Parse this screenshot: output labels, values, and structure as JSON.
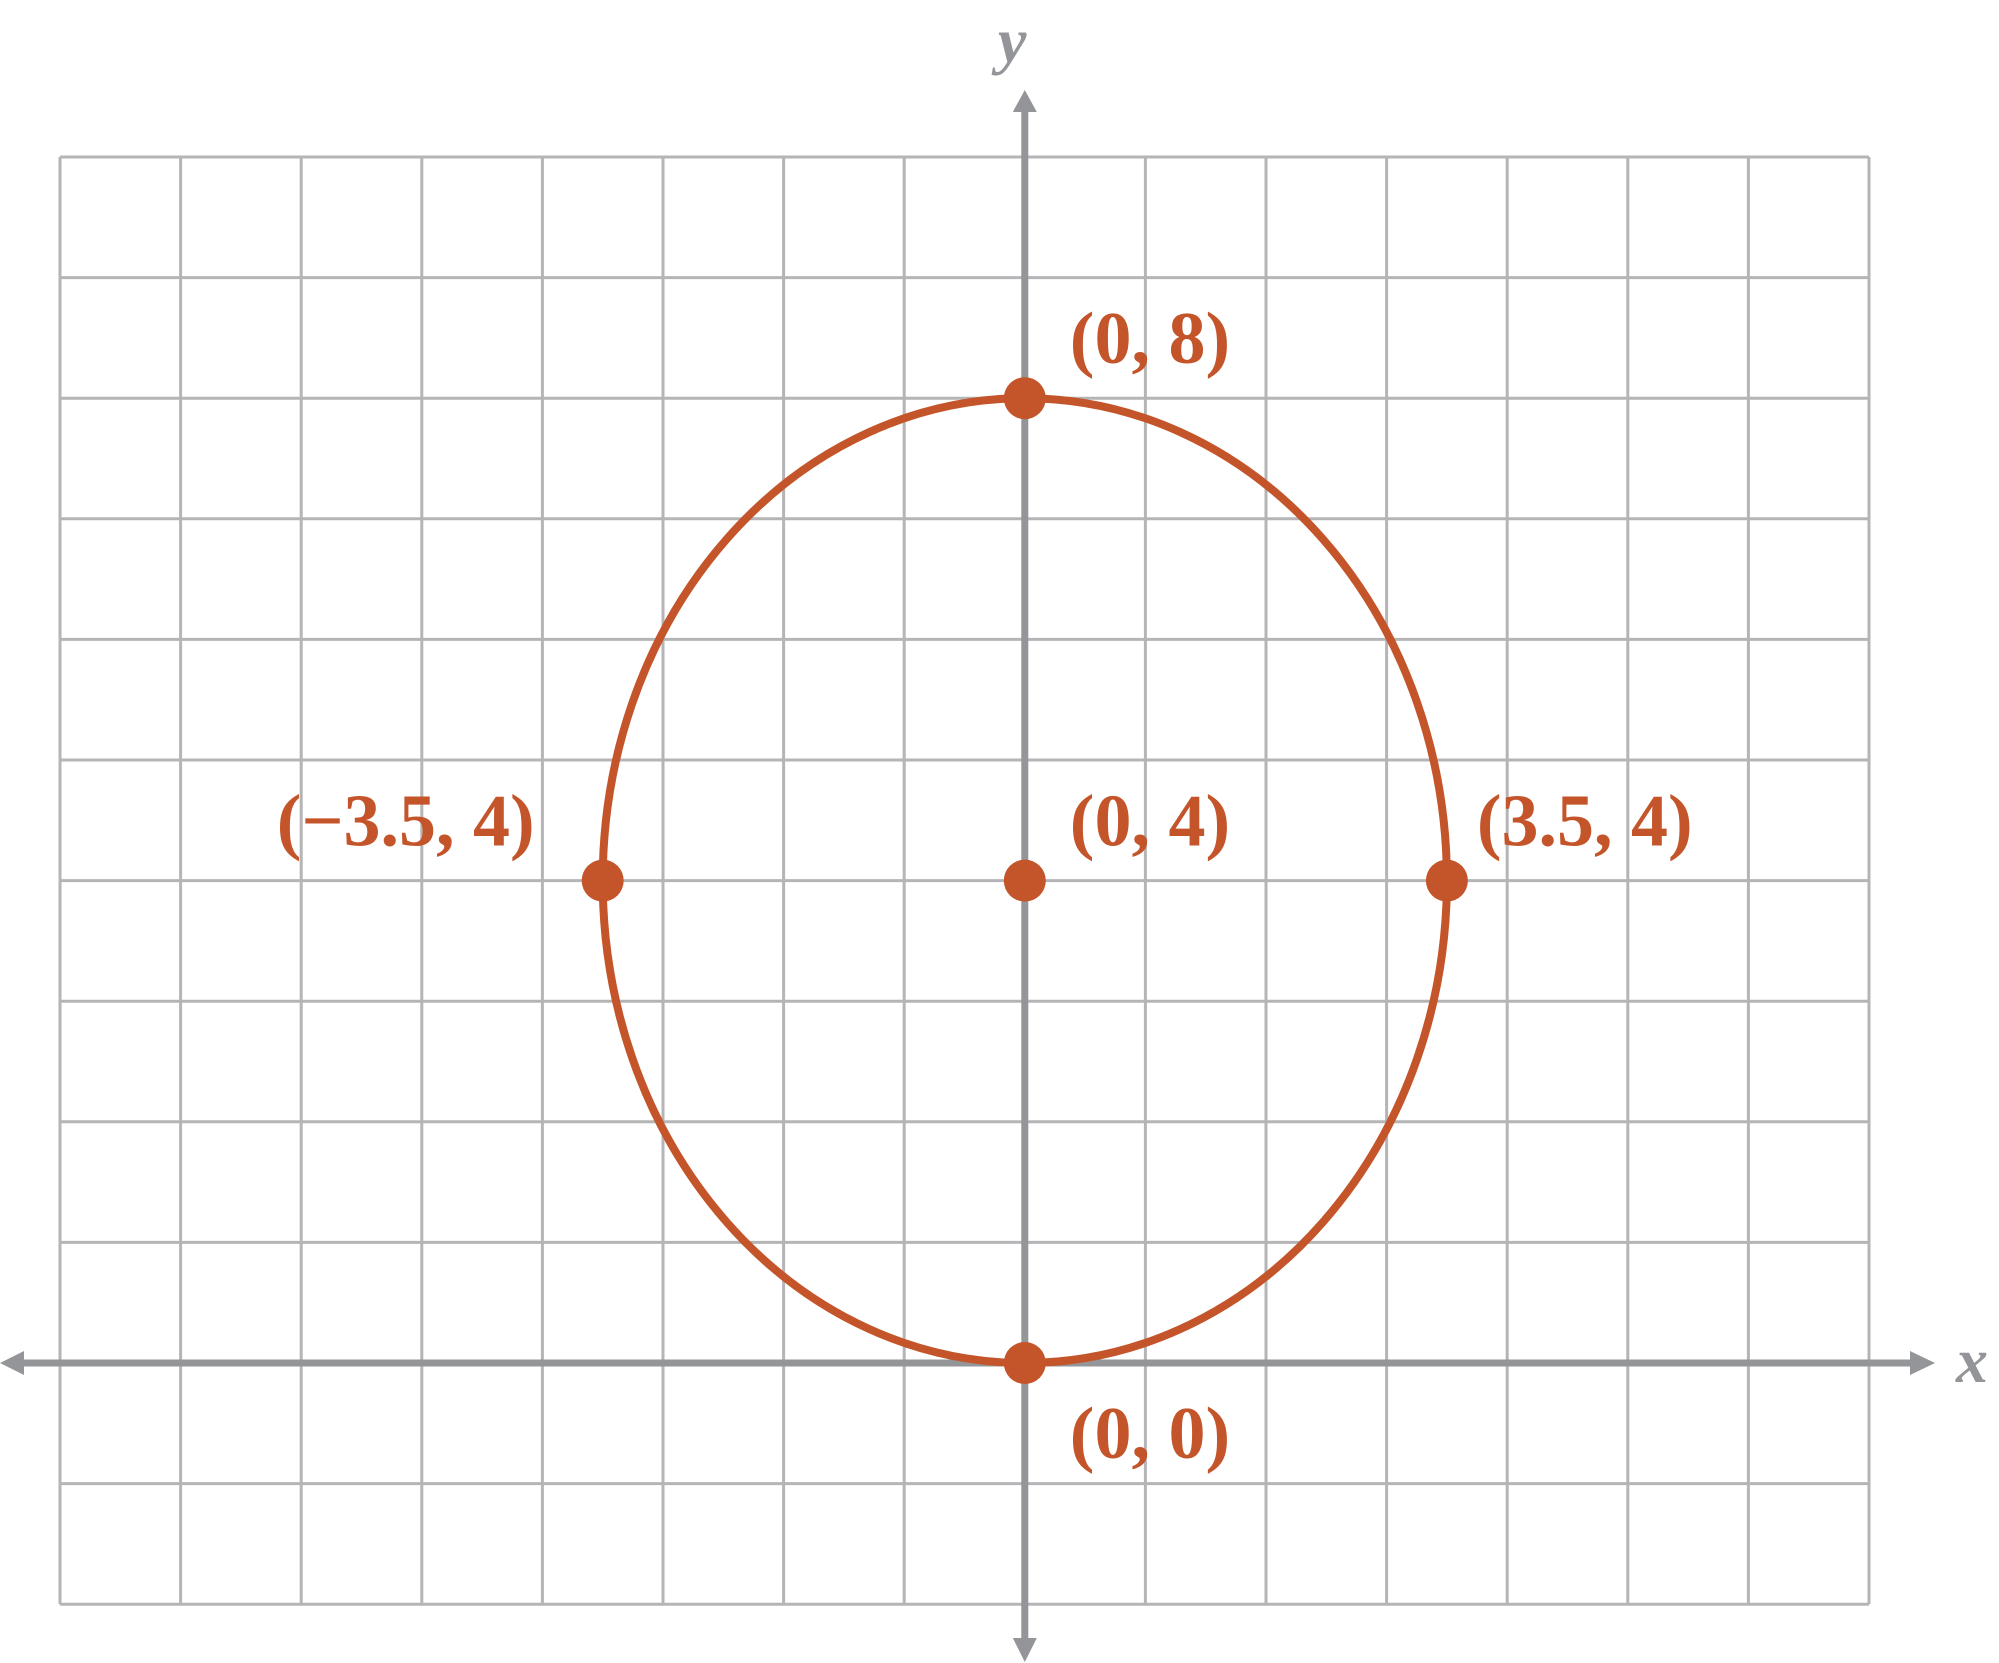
{
  "chart_data": {
    "type": "scatter",
    "title": "",
    "xlabel": "x",
    "ylabel": "y",
    "xlim": [
      -8,
      7
    ],
    "ylim": [
      -2,
      10
    ],
    "grid": true,
    "grid_step": 1,
    "curve": {
      "type": "ellipse",
      "center": [
        0,
        4
      ],
      "rx": 3.5,
      "ry": 4
    },
    "points": [
      {
        "x": 0,
        "y": 8,
        "label": "(0, 8)",
        "label_pos": "upper-right"
      },
      {
        "x": 0,
        "y": 4,
        "label": "(0, 4)",
        "label_pos": "upper-right"
      },
      {
        "x": -3.5,
        "y": 4,
        "label": "(−3.5, 4)",
        "label_pos": "upper-left"
      },
      {
        "x": 3.5,
        "y": 4,
        "label": "(3.5, 4)",
        "label_pos": "upper-right"
      },
      {
        "x": 0,
        "y": 0,
        "label": "(0, 0)",
        "label_pos": "lower-right"
      }
    ],
    "colors": {
      "curve": "#C4552A",
      "grid": "#B5B5B7",
      "axis": "#939598"
    }
  }
}
